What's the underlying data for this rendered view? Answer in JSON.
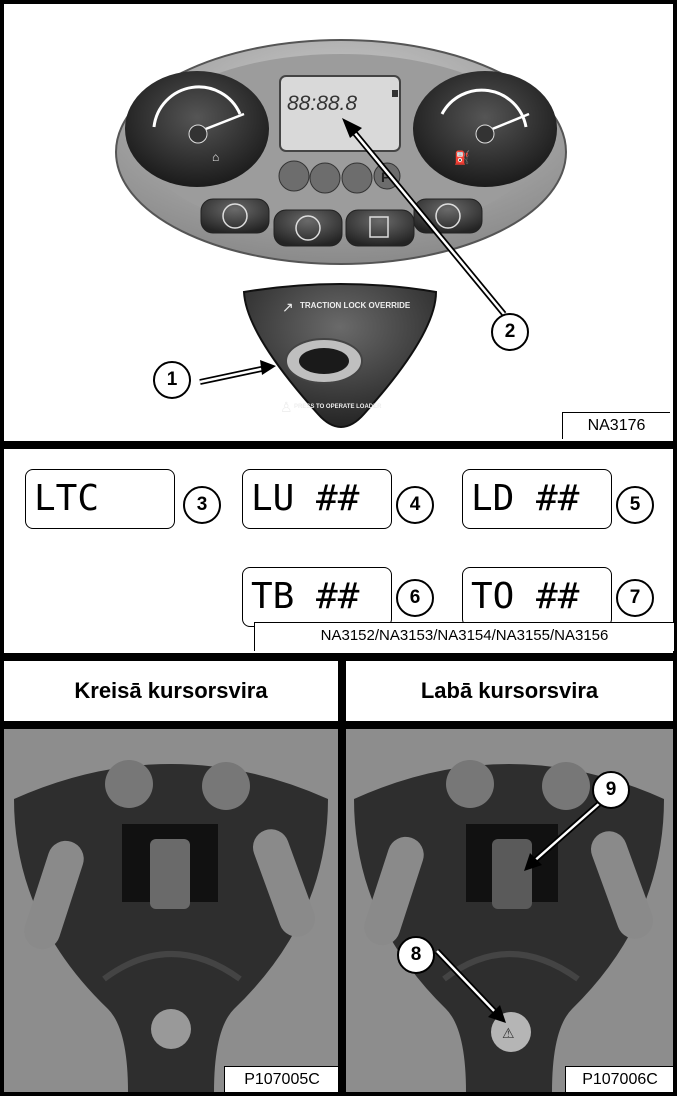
{
  "dashboard": {
    "lcd_readout": "88:88.8",
    "code": "NA3176",
    "callouts": [
      "1",
      "2"
    ],
    "traction_label": "TRACTION LOCK OVERRIDE",
    "press_label": "PRESS TO OPERATE LOADER"
  },
  "codes_panel": {
    "displays": [
      {
        "text": "LTC",
        "callout": "3"
      },
      {
        "text": "LU ##",
        "callout": "4"
      },
      {
        "text": "LD ##",
        "callout": "5"
      },
      {
        "text": "TB ##",
        "callout": "6"
      },
      {
        "text": "TO ##",
        "callout": "7"
      }
    ],
    "code": "NA3152/NA3153/NA3154/NA3155/NA3156"
  },
  "joysticks": {
    "left_title": "Kreisā kursorsvira",
    "right_title": "Labā kursorsvira",
    "left_code": "P107005C",
    "right_code": "P107006C",
    "callouts": [
      "8",
      "9"
    ]
  }
}
